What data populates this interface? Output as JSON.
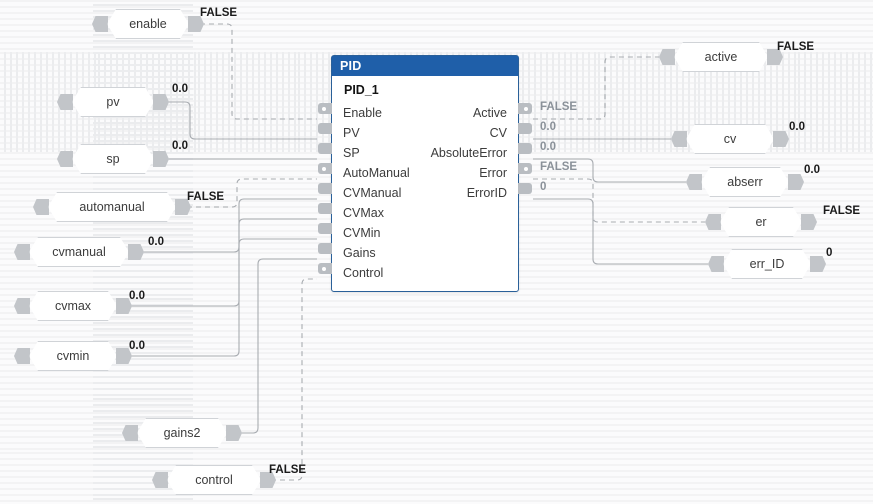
{
  "app": {
    "kind": "function-block-diagram",
    "colors": {
      "block_header": "#1f5fa9",
      "block_border": "#2a6099",
      "wire": "#a8acb1",
      "pin": "#b9bdc2",
      "canvas": "#fbfbfc",
      "value_text": "#1a1a1a",
      "value_text_dim": "#8a9199"
    }
  },
  "function_block": {
    "type_name": "PID",
    "instance_name": "PID_1",
    "inputs": [
      {
        "name": "Enable",
        "kind": "bool"
      },
      {
        "name": "PV",
        "kind": "real"
      },
      {
        "name": "SP",
        "kind": "real"
      },
      {
        "name": "AutoManual",
        "kind": "bool"
      },
      {
        "name": "CVManual",
        "kind": "real"
      },
      {
        "name": "CVMax",
        "kind": "real"
      },
      {
        "name": "CVMin",
        "kind": "real"
      },
      {
        "name": "Gains",
        "kind": "struct"
      },
      {
        "name": "Control",
        "kind": "bool"
      }
    ],
    "outputs": [
      {
        "name": "Active",
        "kind": "bool",
        "value": "FALSE"
      },
      {
        "name": "CV",
        "kind": "real",
        "value": "0.0"
      },
      {
        "name": "AbsoluteError",
        "kind": "real",
        "value": "0.0"
      },
      {
        "name": "Error",
        "kind": "bool",
        "value": "FALSE"
      },
      {
        "name": "ErrorID",
        "kind": "int",
        "value": "0"
      }
    ]
  },
  "input_variables": [
    {
      "label": "enable",
      "value": "FALSE",
      "kind": "bool"
    },
    {
      "label": "pv",
      "value": "0.0",
      "kind": "real"
    },
    {
      "label": "sp",
      "value": "0.0",
      "kind": "real"
    },
    {
      "label": "automanual",
      "value": "FALSE",
      "kind": "bool"
    },
    {
      "label": "cvmanual",
      "value": "0.0",
      "kind": "real"
    },
    {
      "label": "cvmax",
      "value": "0.0",
      "kind": "real"
    },
    {
      "label": "cvmin",
      "value": "0.0",
      "kind": "real"
    },
    {
      "label": "gains2",
      "value": "",
      "kind": "struct"
    },
    {
      "label": "control",
      "value": "FALSE",
      "kind": "bool"
    }
  ],
  "output_variables": [
    {
      "label": "active",
      "value": "FALSE",
      "kind": "bool"
    },
    {
      "label": "cv",
      "value": "0.0",
      "kind": "real"
    },
    {
      "label": "abserr",
      "value": "0.0",
      "kind": "real"
    },
    {
      "label": "er",
      "value": "FALSE",
      "kind": "bool"
    },
    {
      "label": "err_ID",
      "value": "0",
      "kind": "int"
    }
  ],
  "inline_values": {
    "enable_out": "FALSE",
    "pv_out": "0.0",
    "sp_out": "0.0",
    "automanual_out": "FALSE",
    "cvmanual_out": "0.0",
    "cvmax_out": "0.0",
    "cvmin_out": "0.0",
    "control_out": "FALSE",
    "block_active": "FALSE",
    "block_cv": "0.0",
    "block_abserr": "0.0",
    "block_error": "FALSE",
    "block_errorid": "0",
    "active_var": "FALSE",
    "cv_var": "0.0",
    "abserr_var": "0.0",
    "er_var": "FALSE",
    "errid_var": "0"
  }
}
